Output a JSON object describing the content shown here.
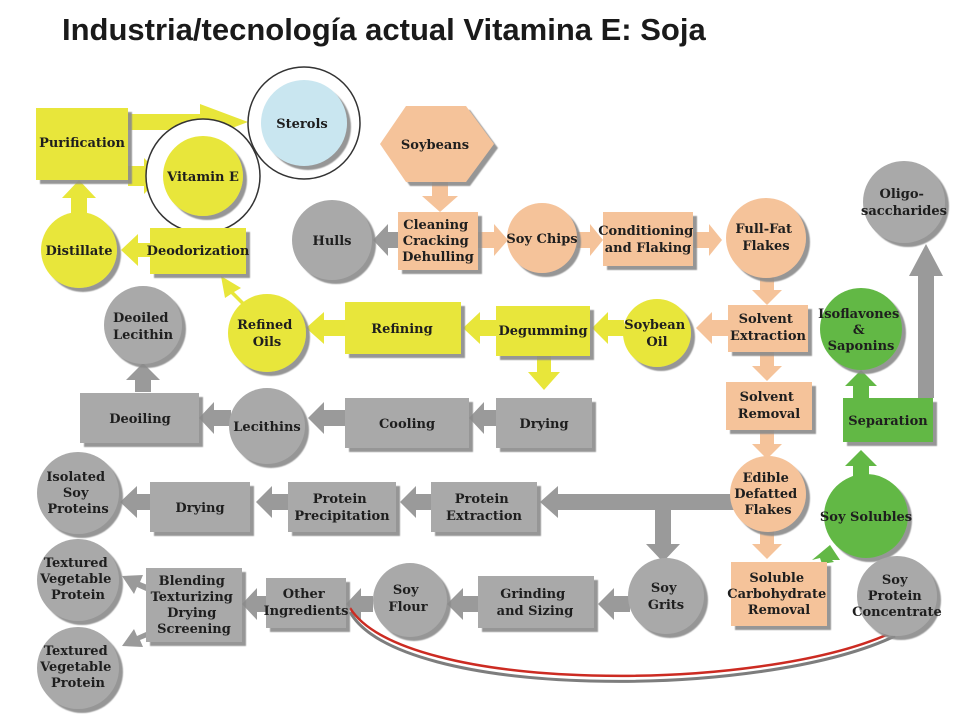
{
  "title": "Industria/tecnología actual Vitamina E: Soja",
  "colors": {
    "yellow": "#e8e63a",
    "peach": "#f5c39a",
    "gray": "#a9a9a9",
    "green": "#62b845",
    "lightblue": "#c9e6f0",
    "red_line": "#cc2b22",
    "arrow_gray": "#9a9a9a"
  },
  "nodes": {
    "purification": "Purification",
    "sterols": "Sterols",
    "vitamin_e": "Vitamin E",
    "distillate": "Distillate",
    "deodorization": "Deodorization",
    "soybeans": "Soybeans",
    "hulls": "Hulls",
    "cleaning": [
      "Cleaning",
      "Cracking",
      "Dehulling"
    ],
    "soy_chips": "Soy Chips",
    "conditioning": [
      "Conditioning",
      "and Flaking"
    ],
    "full_fat_flakes": [
      "Full-Fat",
      "Flakes"
    ],
    "oligosaccharides": [
      "Oligo-",
      "saccharides"
    ],
    "deoiled_lecithin": [
      "Deoiled",
      "Lecithin"
    ],
    "refined_oils": [
      "Refined",
      "Oils"
    ],
    "refining": "Refining",
    "degumming": "Degumming",
    "soybean_oil": [
      "Soybean",
      "Oil"
    ],
    "solvent_extraction": [
      "Solvent",
      "Extraction"
    ],
    "isoflavones": [
      "Isoflavones",
      "&",
      "Saponins"
    ],
    "deoiling": "Deoiling",
    "lecithins": "Lecithins",
    "cooling": "Cooling",
    "drying_oil": "Drying",
    "solvent_removal": [
      "Solvent",
      "Removal"
    ],
    "separation": "Separation",
    "isolated_soy_proteins": [
      "Isolated",
      "Soy",
      "Proteins"
    ],
    "drying_protein": "Drying",
    "protein_precipitation": [
      "Protein",
      "Precipitation"
    ],
    "protein_extraction": [
      "Protein",
      "Extraction"
    ],
    "edible_defatted_flakes": [
      "Edible",
      "Defatted",
      "Flakes"
    ],
    "soy_solubles": "Soy Solubles",
    "tvp_1": [
      "Textured",
      "Vegetable",
      "Protein"
    ],
    "blending": [
      "Blending",
      "Texturizing",
      "Drying",
      "Screening"
    ],
    "other_ingredients": [
      "Other",
      "Ingredients"
    ],
    "soy_flour": [
      "Soy",
      "Flour"
    ],
    "grinding": [
      "Grinding",
      "and Sizing"
    ],
    "soy_grits": [
      "Soy",
      "Grits"
    ],
    "soluble_carbohydrate_removal": [
      "Soluble",
      "Carbohydrate",
      "Removal"
    ],
    "soy_protein_concentrate": [
      "Soy",
      "Protein",
      "Concentrate"
    ],
    "tvp_2": [
      "Textured",
      "Vegetable",
      "Protein"
    ]
  }
}
